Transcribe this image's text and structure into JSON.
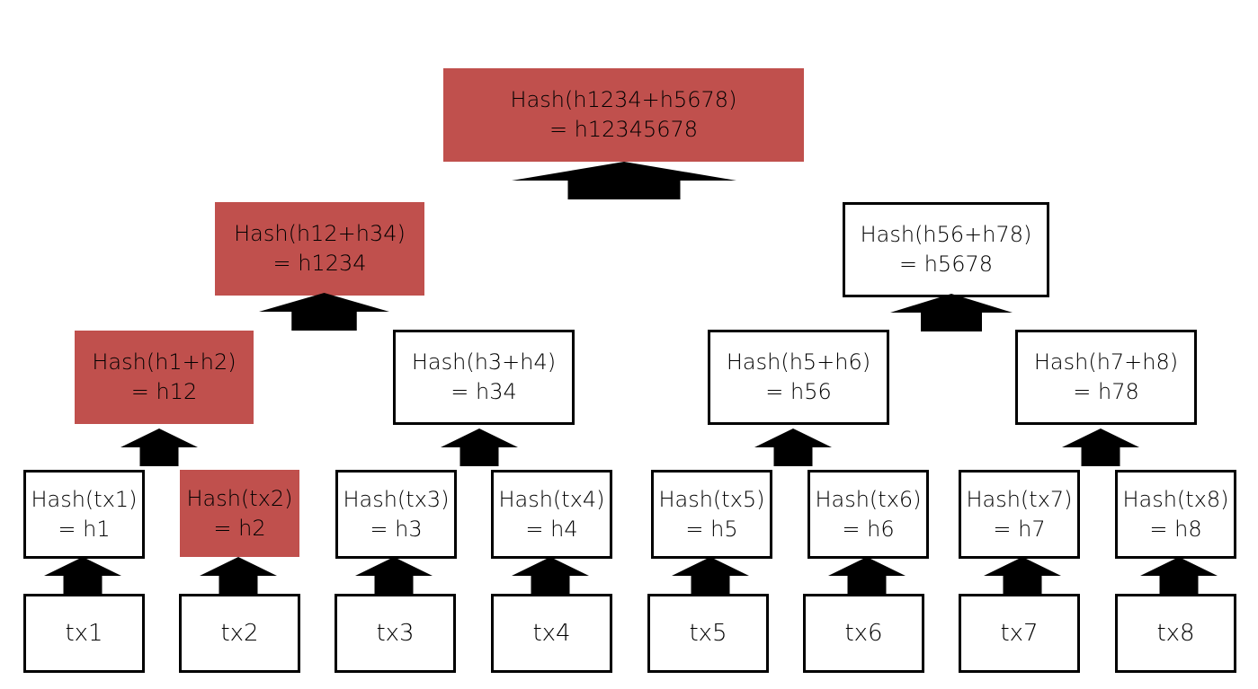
{
  "colors": {
    "highlight": "#c0504d",
    "border": "#000000",
    "background": "#ffffff",
    "arrow": "#000000"
  },
  "nodes": {
    "root": {
      "line1": "Hash(h1234+h5678)",
      "line2": "= h12345678",
      "highlighted": true
    },
    "h1234": {
      "line1": "Hash(h12+h34)",
      "line2": "= h1234",
      "highlighted": true
    },
    "h5678": {
      "line1": "Hash(h56+h78)",
      "line2": "= h5678",
      "highlighted": false
    },
    "h12": {
      "line1": "Hash(h1+h2)",
      "line2": "= h12",
      "highlighted": true
    },
    "h34": {
      "line1": "Hash(h3+h4)",
      "line2": "= h34",
      "highlighted": false
    },
    "h56": {
      "line1": "Hash(h5+h6)",
      "line2": "= h56",
      "highlighted": false
    },
    "h78": {
      "line1": "Hash(h7+h8)",
      "line2": "= h78",
      "highlighted": false
    },
    "h1": {
      "line1": "Hash(tx1)",
      "line2": "= h1",
      "highlighted": false
    },
    "h2": {
      "line1": "Hash(tx2)",
      "line2": "= h2",
      "highlighted": true
    },
    "h3": {
      "line1": "Hash(tx3)",
      "line2": "= h3",
      "highlighted": false
    },
    "h4": {
      "line1": "Hash(tx4)",
      "line2": "= h4",
      "highlighted": false
    },
    "h5": {
      "line1": "Hash(tx5)",
      "line2": "= h5",
      "highlighted": false
    },
    "h6": {
      "line1": "Hash(tx6)",
      "line2": "= h6",
      "highlighted": false
    },
    "h7": {
      "line1": "Hash(tx7)",
      "line2": "= h7",
      "highlighted": false
    },
    "h8": {
      "line1": "Hash(tx8)",
      "line2": "= h8",
      "highlighted": false
    },
    "tx1": {
      "label": "tx1"
    },
    "tx2": {
      "label": "tx2"
    },
    "tx3": {
      "label": "tx3"
    },
    "tx4": {
      "label": "tx4"
    },
    "tx5": {
      "label": "tx5"
    },
    "tx6": {
      "label": "tx6"
    },
    "tx7": {
      "label": "tx7"
    },
    "tx8": {
      "label": "tx8"
    }
  }
}
